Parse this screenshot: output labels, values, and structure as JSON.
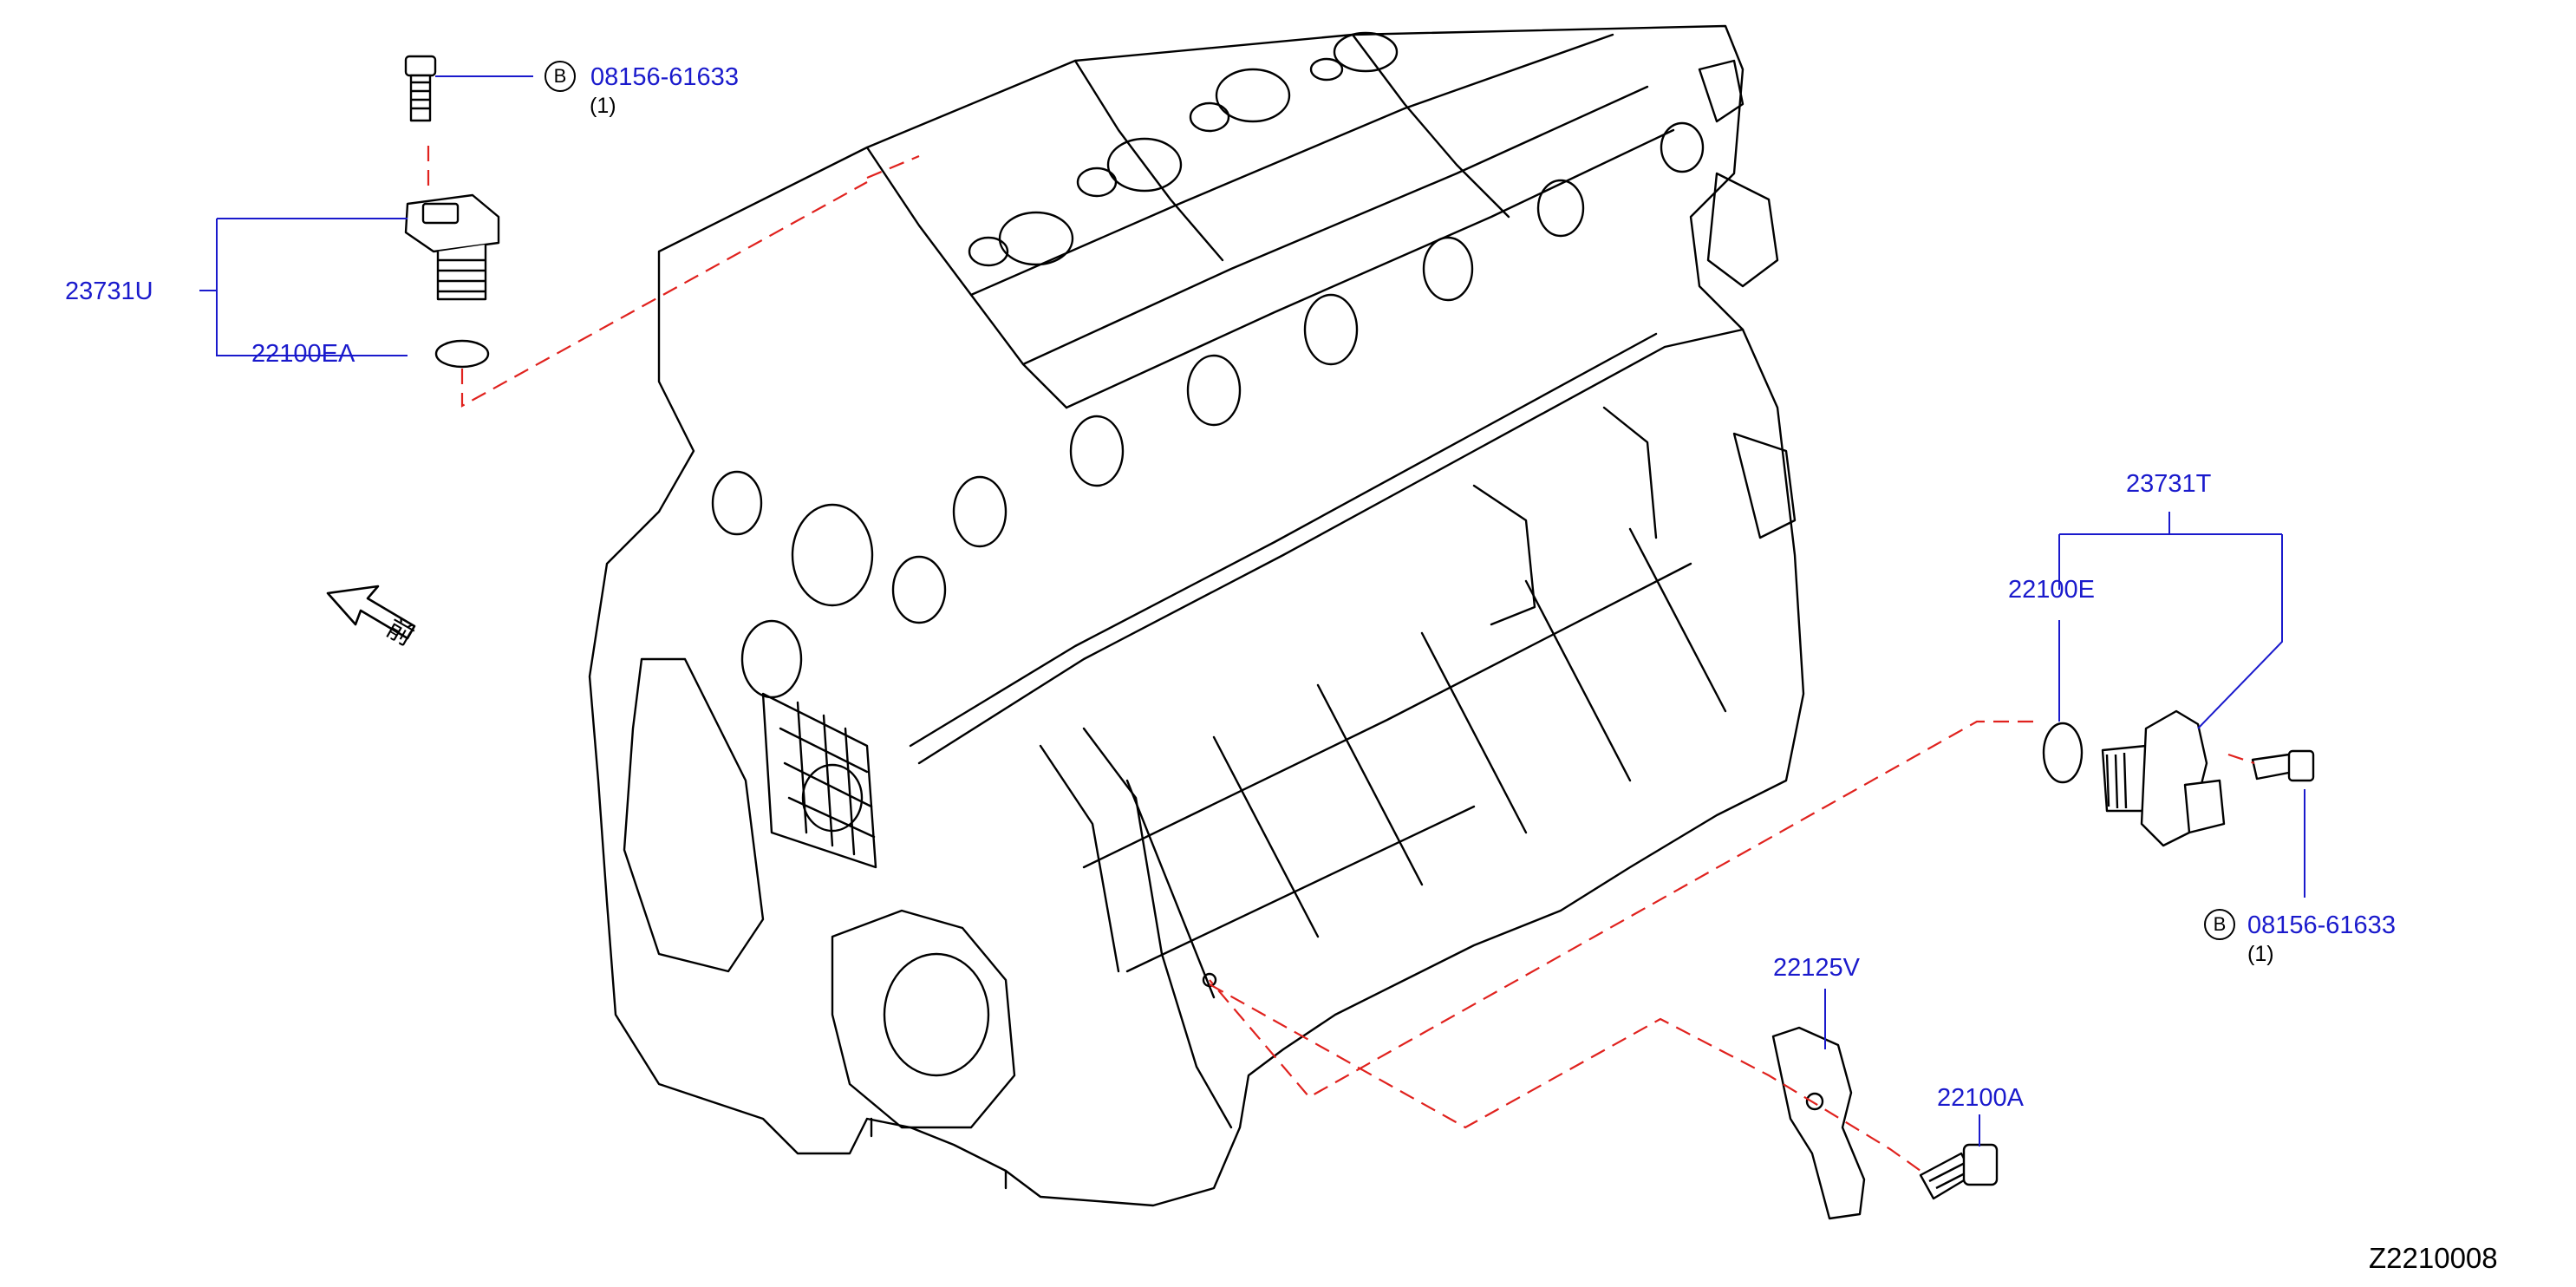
{
  "callouts": {
    "cam_sensor_left": "23731U",
    "o_ring_left": "22100EA",
    "bolt_left": "08156-61633",
    "bolt_left_qty": "(1)",
    "bolt_left_marker": "B",
    "cam_sensor_right": "23731T",
    "o_ring_right": "22100E",
    "bolt_right": "08156-61633",
    "bolt_right_qty": "(1)",
    "bolt_right_marker": "B",
    "bracket": "22125V",
    "bracket_bolt": "22100A"
  },
  "front_indicator": "前",
  "figure_ref": "Z2210008",
  "colors": {
    "label": "#1a1acc",
    "leader": "#1a1acc",
    "dash": "#e0221e",
    "line": "#000000"
  }
}
